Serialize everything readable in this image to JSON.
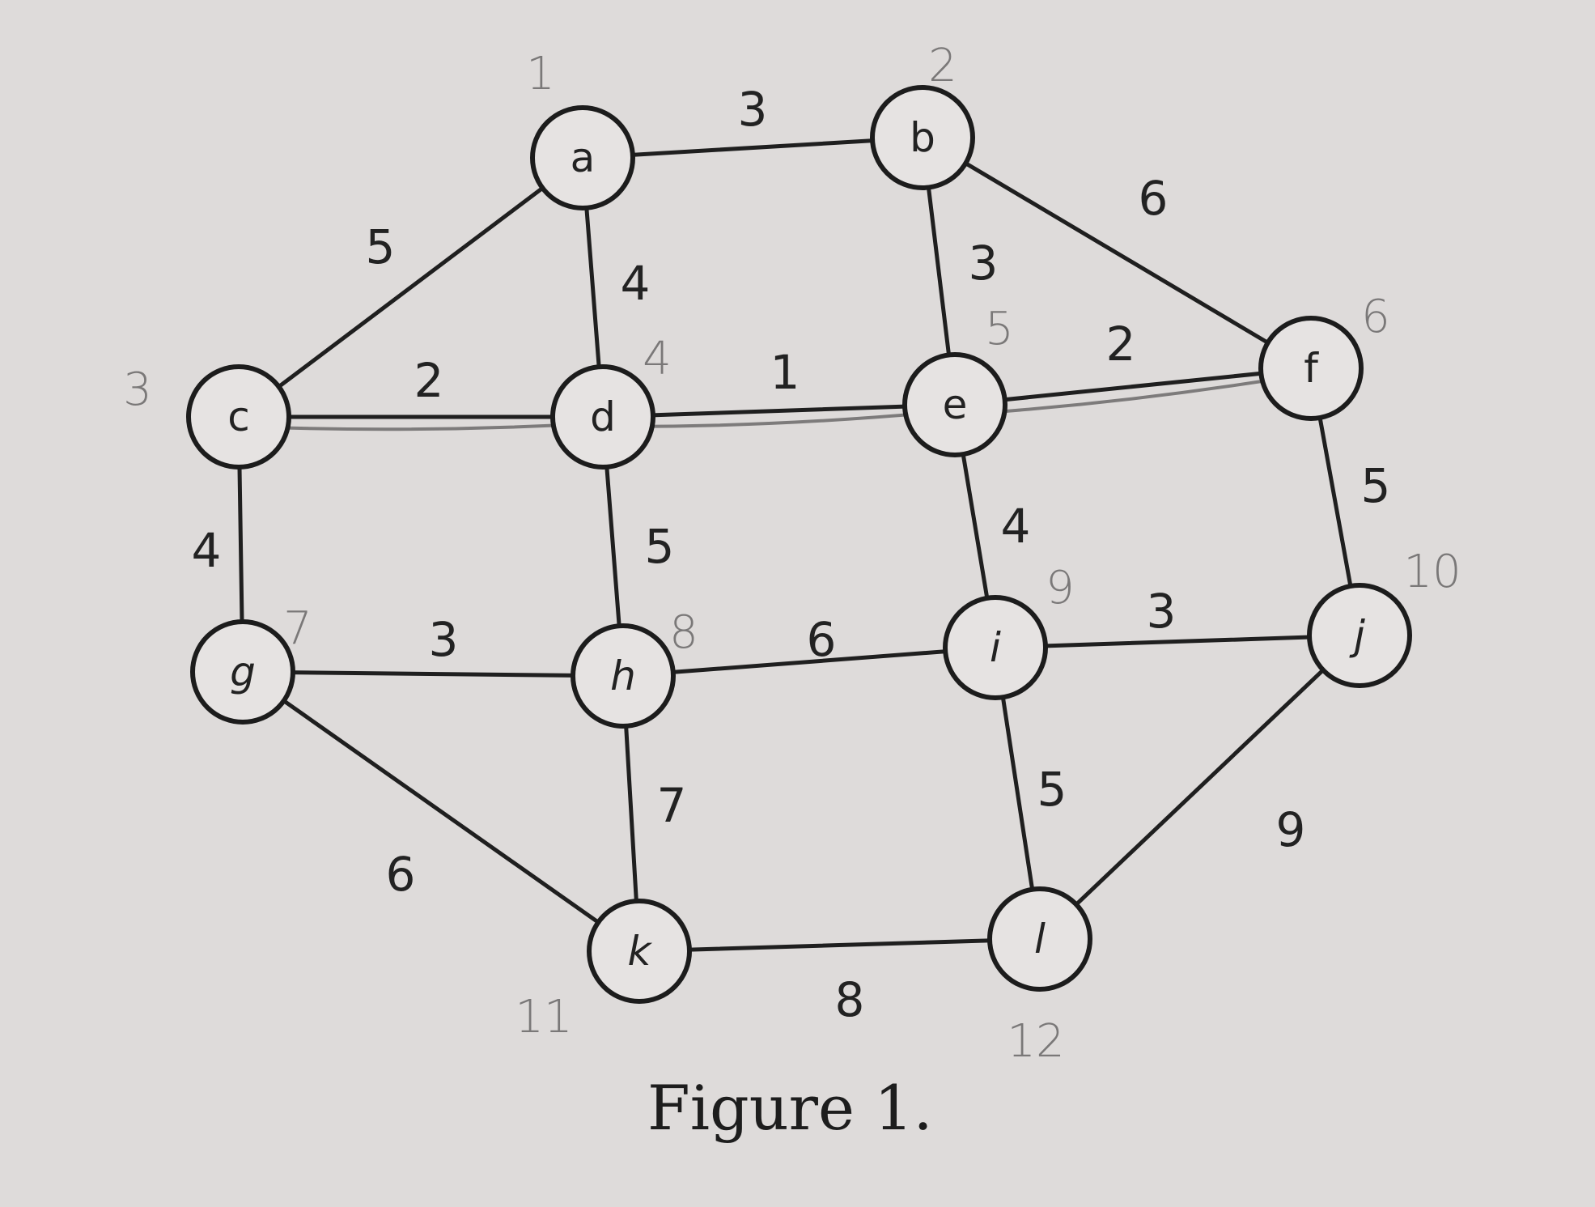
{
  "figure": {
    "caption": "Figure 1.",
    "nodes": [
      {
        "id": "a",
        "label": "a",
        "order": "1"
      },
      {
        "id": "b",
        "label": "b",
        "order": "2"
      },
      {
        "id": "c",
        "label": "c",
        "order": "3"
      },
      {
        "id": "d",
        "label": "d",
        "order": "4"
      },
      {
        "id": "e",
        "label": "e",
        "order": "5"
      },
      {
        "id": "f",
        "label": "f",
        "order": "6"
      },
      {
        "id": "g",
        "label": "g",
        "order": "7"
      },
      {
        "id": "h",
        "label": "h",
        "order": "8"
      },
      {
        "id": "i",
        "label": "i",
        "order": "9"
      },
      {
        "id": "j",
        "label": "j",
        "order": "10"
      },
      {
        "id": "k",
        "label": "k",
        "order": "11"
      },
      {
        "id": "l",
        "label": "l",
        "order": "12"
      }
    ],
    "edges": [
      {
        "from": "a",
        "to": "b",
        "weight": "3"
      },
      {
        "from": "a",
        "to": "c",
        "weight": "5"
      },
      {
        "from": "a",
        "to": "d",
        "weight": "4"
      },
      {
        "from": "b",
        "to": "e",
        "weight": "3"
      },
      {
        "from": "b",
        "to": "f",
        "weight": "6"
      },
      {
        "from": "c",
        "to": "d",
        "weight": "2",
        "marked": true
      },
      {
        "from": "d",
        "to": "e",
        "weight": "1",
        "marked": true
      },
      {
        "from": "e",
        "to": "f",
        "weight": "2",
        "marked": true
      },
      {
        "from": "c",
        "to": "g",
        "weight": "4"
      },
      {
        "from": "d",
        "to": "h",
        "weight": "5"
      },
      {
        "from": "e",
        "to": "i",
        "weight": "4"
      },
      {
        "from": "f",
        "to": "j",
        "weight": "5"
      },
      {
        "from": "g",
        "to": "h",
        "weight": "3"
      },
      {
        "from": "h",
        "to": "i",
        "weight": "6"
      },
      {
        "from": "i",
        "to": "j",
        "weight": "3"
      },
      {
        "from": "g",
        "to": "k",
        "weight": "6"
      },
      {
        "from": "h",
        "to": "k",
        "weight": "7"
      },
      {
        "from": "i",
        "to": "l",
        "weight": "5"
      },
      {
        "from": "j",
        "to": "l",
        "weight": "9"
      },
      {
        "from": "k",
        "to": "l",
        "weight": "8"
      }
    ]
  }
}
